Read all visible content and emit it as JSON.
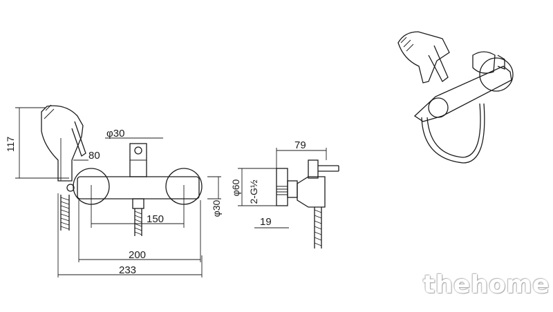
{
  "dimensions": {
    "height_117": "117",
    "diameter_30_top": "φ30",
    "len_80": "80",
    "len_150": "150",
    "len_200": "200",
    "len_233": "233",
    "diameter_30_side": "φ30",
    "len_79": "79",
    "diameter_60": "φ60",
    "thread": "2-G½",
    "len_19": "19"
  },
  "brand": {
    "watermark": "thehome"
  }
}
